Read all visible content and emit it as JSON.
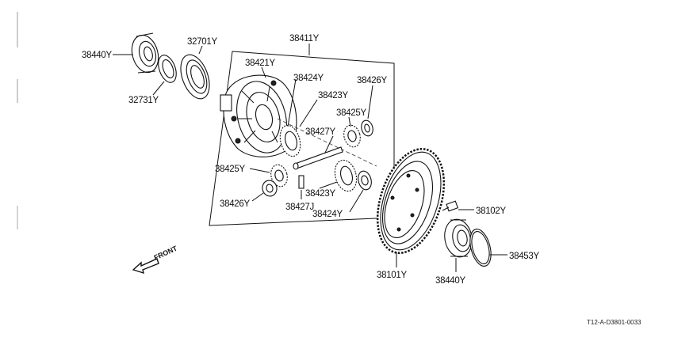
{
  "labels": {
    "l38440y_top": "38440Y",
    "l32701y": "32701Y",
    "l38411y": "38411Y",
    "l38421y": "38421Y",
    "l38424y_top": "38424Y",
    "l38426y_top": "38426Y",
    "l38423y_top": "38423Y",
    "l38425y_right": "38425Y",
    "l32731y": "32731Y",
    "l38427y": "38427Y",
    "l38425y_left": "38425Y",
    "l38423y_bottom": "38423Y",
    "l38426y_bottom": "38426Y",
    "l38427j": "38427J",
    "l38424y_bottom": "38424Y",
    "l38102y": "38102Y",
    "l38453y": "38453Y",
    "l38101y": "38101Y",
    "l38440y_bottom": "38440Y"
  },
  "front_label": "FRONT",
  "diagram_code": "T12-A-D3801-0033"
}
